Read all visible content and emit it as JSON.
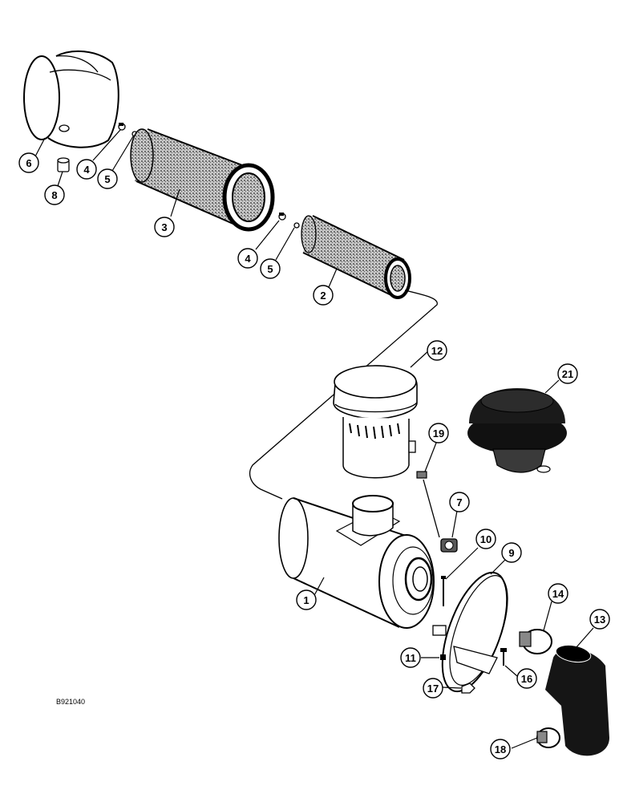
{
  "drawing_ref": "B921040",
  "callouts": [
    "6",
    "8",
    "4",
    "5",
    "3",
    "4",
    "5",
    "2",
    "12",
    "21",
    "19",
    "7",
    "10",
    "9",
    "1",
    "14",
    "13",
    "11",
    "16",
    "17",
    "18"
  ],
  "palette": {
    "ink": "#000000",
    "paper": "#ffffff",
    "mesh": "#8a8a8a",
    "rubber": "#151515"
  }
}
